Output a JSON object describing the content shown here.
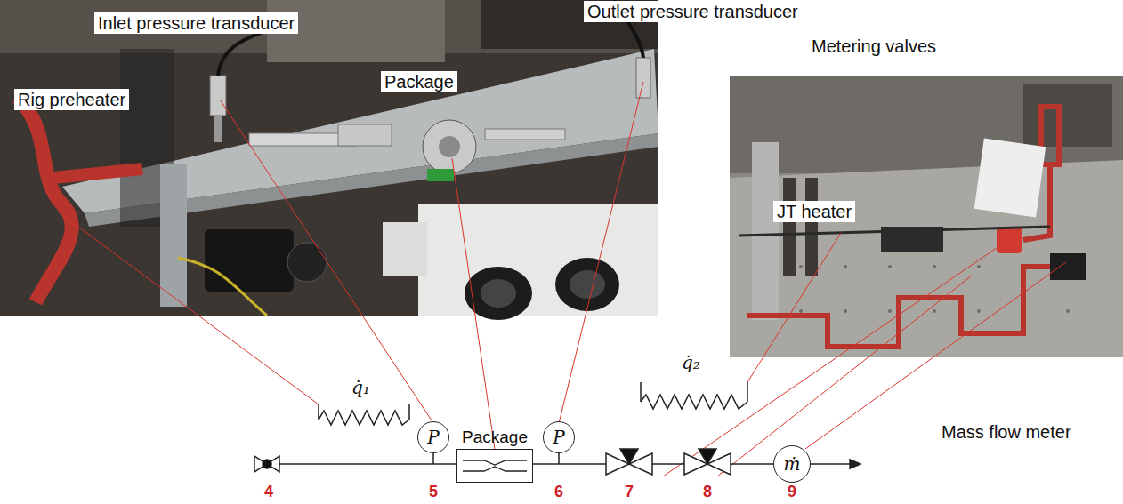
{
  "diagram": {
    "nodes": [
      {
        "text": [
          "P"
        ]
      },
      {
        "text": [
          "Package"
        ]
      },
      {
        "text": [
          "P"
        ]
      },
      {
        "text": [
          "ṁ"
        ]
      }
    ],
    "labels": [
      "Inlet pressure transducer",
      "Outlet pressure transducer",
      "Package",
      "Rig preheater",
      "Metering valves",
      "JT heater",
      "Mass flow meter",
      "q̇₁",
      "q̇₂",
      "4",
      "5",
      "6",
      "7",
      "8",
      "9"
    ]
  }
}
